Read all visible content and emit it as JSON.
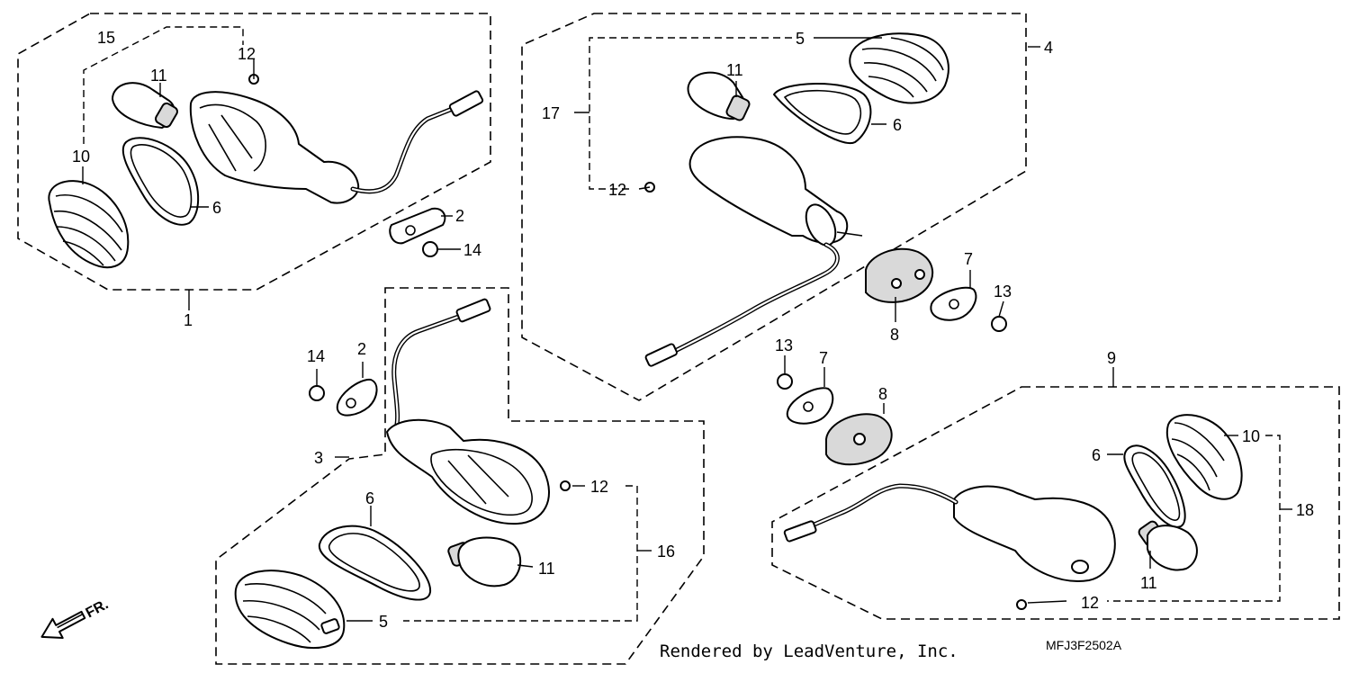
{
  "callouts": {
    "c1": "1",
    "c2a": "2",
    "c2b": "2",
    "c3": "3",
    "c4": "4",
    "c5a": "5",
    "c5b": "5",
    "c6a": "6",
    "c6b": "6",
    "c6c": "6",
    "c6d": "6",
    "c7a": "7",
    "c7b": "7",
    "c8a": "8",
    "c8b": "8",
    "c9": "9",
    "c10a": "10",
    "c10b": "10",
    "c11a": "11",
    "c11b": "11",
    "c11c": "11",
    "c11d": "11",
    "c12a": "12",
    "c12b": "12",
    "c12c": "12",
    "c12d": "12",
    "c13a": "13",
    "c13b": "13",
    "c14a": "14",
    "c14b": "14",
    "c15": "15",
    "c16": "16",
    "c17": "17",
    "c18": "18"
  },
  "direction_label": "FR.",
  "footer": {
    "credit": "Rendered by LeadVenture, Inc.",
    "diagram_code": "MFJ3F2502A"
  }
}
